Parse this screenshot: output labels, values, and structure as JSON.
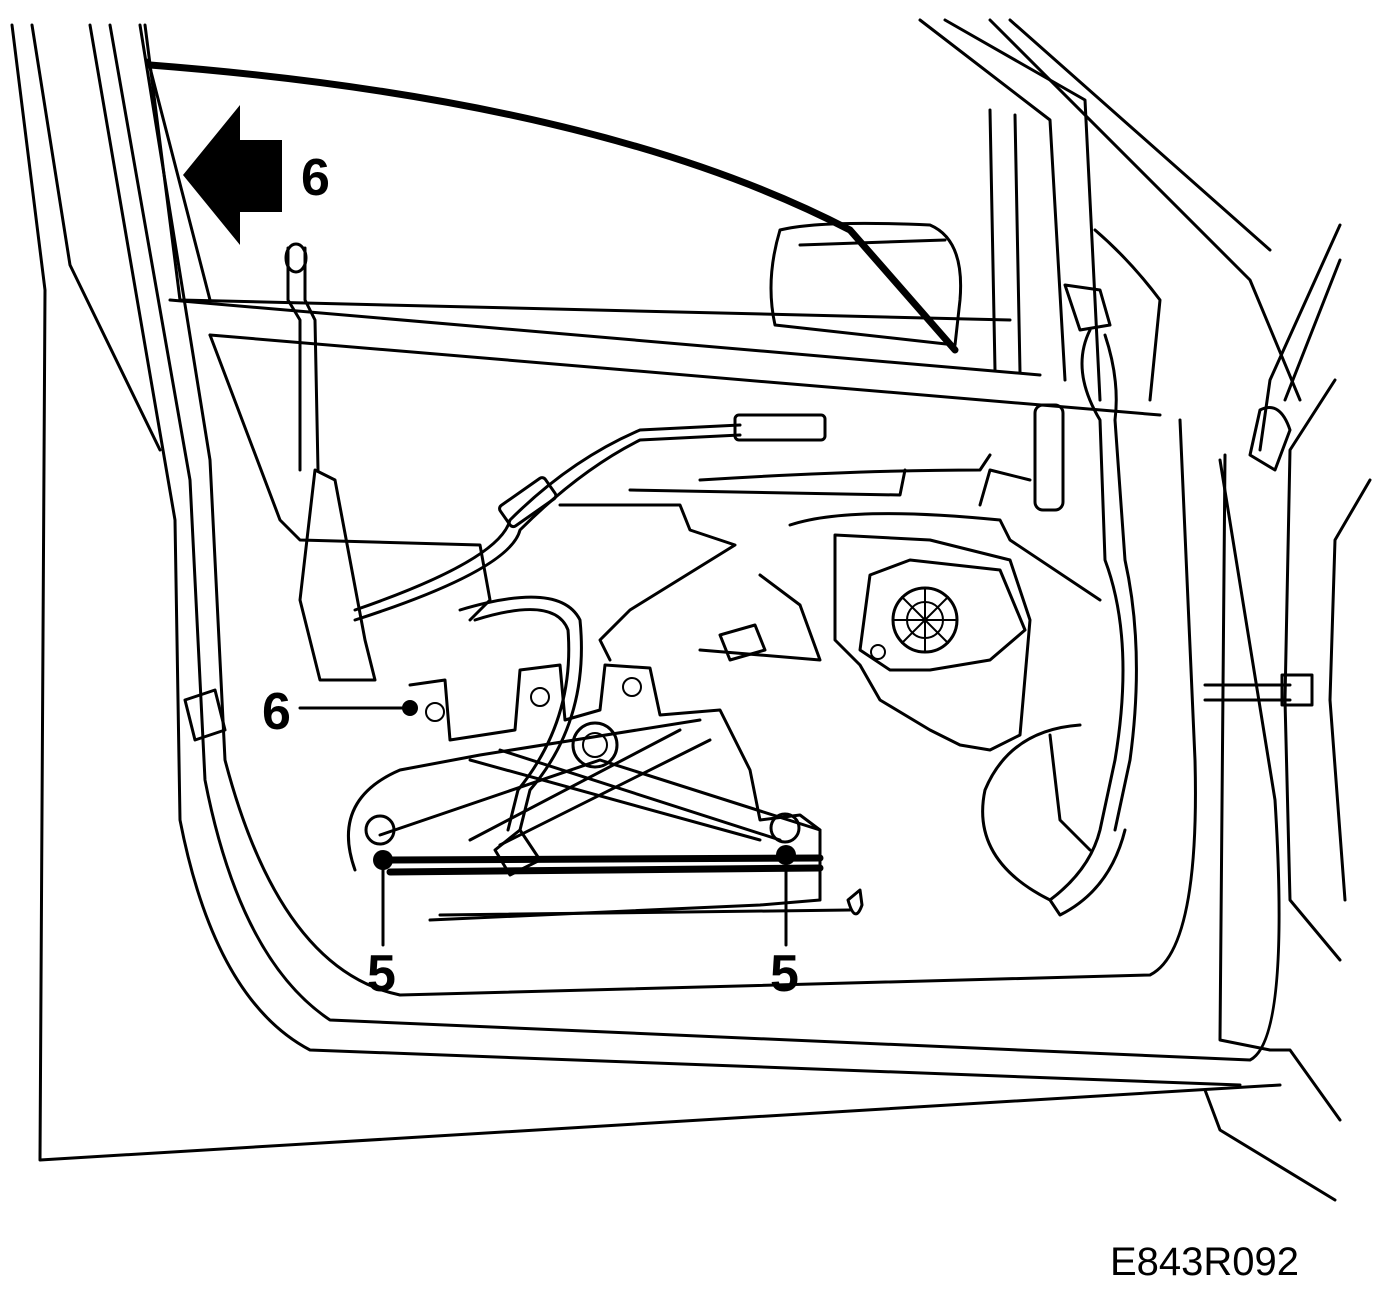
{
  "figure_id": "E843R092",
  "callouts": {
    "arrow_step": "6",
    "bracket_bolts": "6",
    "left_nut": "5",
    "right_nut": "5"
  },
  "colors": {
    "line": "#000000",
    "background": "#ffffff"
  }
}
